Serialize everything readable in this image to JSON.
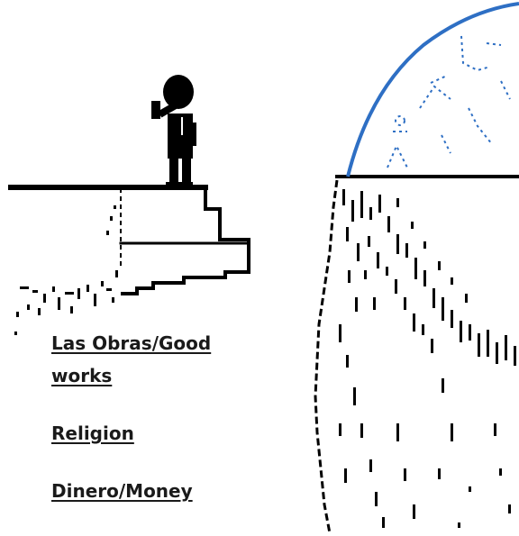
{
  "labels": {
    "good_works_line1": "Las Obras/Good",
    "good_works_line2": "works",
    "religion": "Religion",
    "money": "Dinero/Money"
  },
  "colors": {
    "ink": "#000000",
    "heaven": "#2e6fc4"
  },
  "figure": {
    "icon": "thinking-person-icon"
  },
  "heaven_area": {
    "icon": "heaven-dome-icon"
  }
}
